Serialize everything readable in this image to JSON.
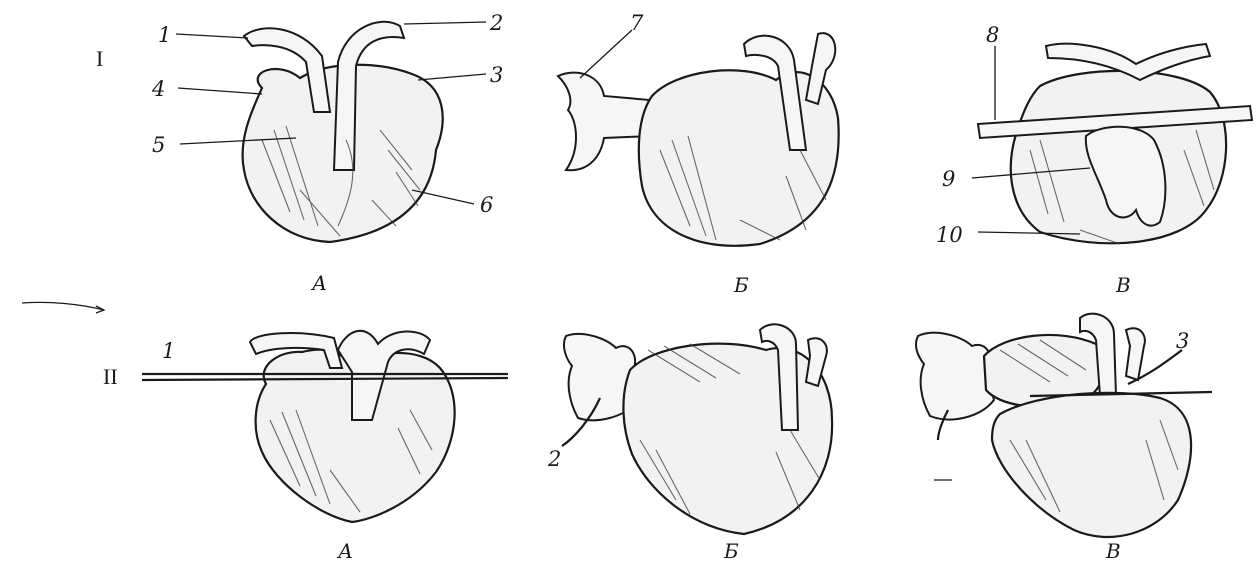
{
  "rows": [
    {
      "label": "I"
    },
    {
      "label": "II"
    }
  ],
  "row1_callouts": [
    "1",
    "2",
    "3",
    "4",
    "5",
    "6",
    "7",
    "8",
    "9",
    "10"
  ],
  "row2_callouts": [
    "1",
    "2",
    "3"
  ],
  "row1_captions": [
    "А",
    "Б",
    "В"
  ],
  "row2_captions": [
    "А",
    "Б",
    "В"
  ]
}
